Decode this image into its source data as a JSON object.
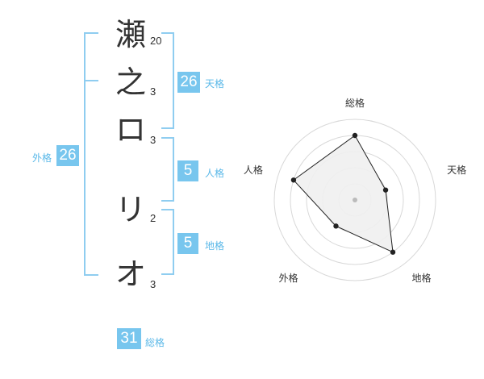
{
  "name": {
    "characters": [
      {
        "char": "瀬",
        "strokes": "20"
      },
      {
        "char": "之",
        "strokes": "3"
      },
      {
        "char": "ロ",
        "strokes": "3"
      },
      {
        "char": "リ",
        "strokes": "2"
      },
      {
        "char": "オ",
        "strokes": "3"
      }
    ]
  },
  "scores": {
    "tenkaku": {
      "value": "26",
      "label": "天格"
    },
    "jinkaku": {
      "value": "5",
      "label": "人格"
    },
    "chikaku": {
      "value": "5",
      "label": "地格"
    },
    "gaikaku": {
      "value": "26",
      "label": "外格"
    },
    "soukaku": {
      "value": "31",
      "label": "総格"
    }
  },
  "chart_data": {
    "type": "radar",
    "axes": [
      "総格",
      "天格",
      "地格",
      "外格",
      "人格"
    ],
    "values": [
      4,
      2,
      4,
      2,
      4
    ],
    "max": 5,
    "colors": {
      "fill": "#f0f0f0",
      "stroke": "#222222",
      "ring": "#d8d8d8",
      "center": "#bbbbbb"
    }
  },
  "colors": {
    "accent": "#78c6ee",
    "bracket": "#8fcdf0",
    "label": "#5ab8e8",
    "text": "#333333"
  }
}
